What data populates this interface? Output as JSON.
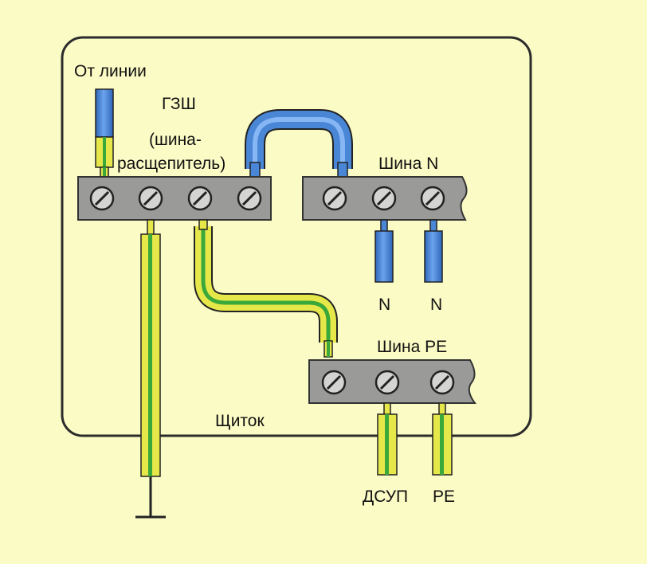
{
  "colors": {
    "background": "#fbfbc6",
    "panel_border": "#2b2b2b",
    "bus_fill": "#9a9a98",
    "screw_fill": "#d4d4d2",
    "neutral_wire": "#4a86d6",
    "pe_wire_yellow": "#e6e84a",
    "pe_wire_green": "#3aa83a"
  },
  "labels": {
    "from_line": "От линии",
    "gzsh": "ГЗШ",
    "gzsh_note_1": "(шина-",
    "gzsh_note_2": "расщепитель)",
    "bus_n": "Шина N",
    "wire_n_1": "N",
    "wire_n_2": "N",
    "bus_pe": "Шина PE",
    "panel": "Щиток",
    "dsup": "ДСУП",
    "pe": "PE"
  }
}
